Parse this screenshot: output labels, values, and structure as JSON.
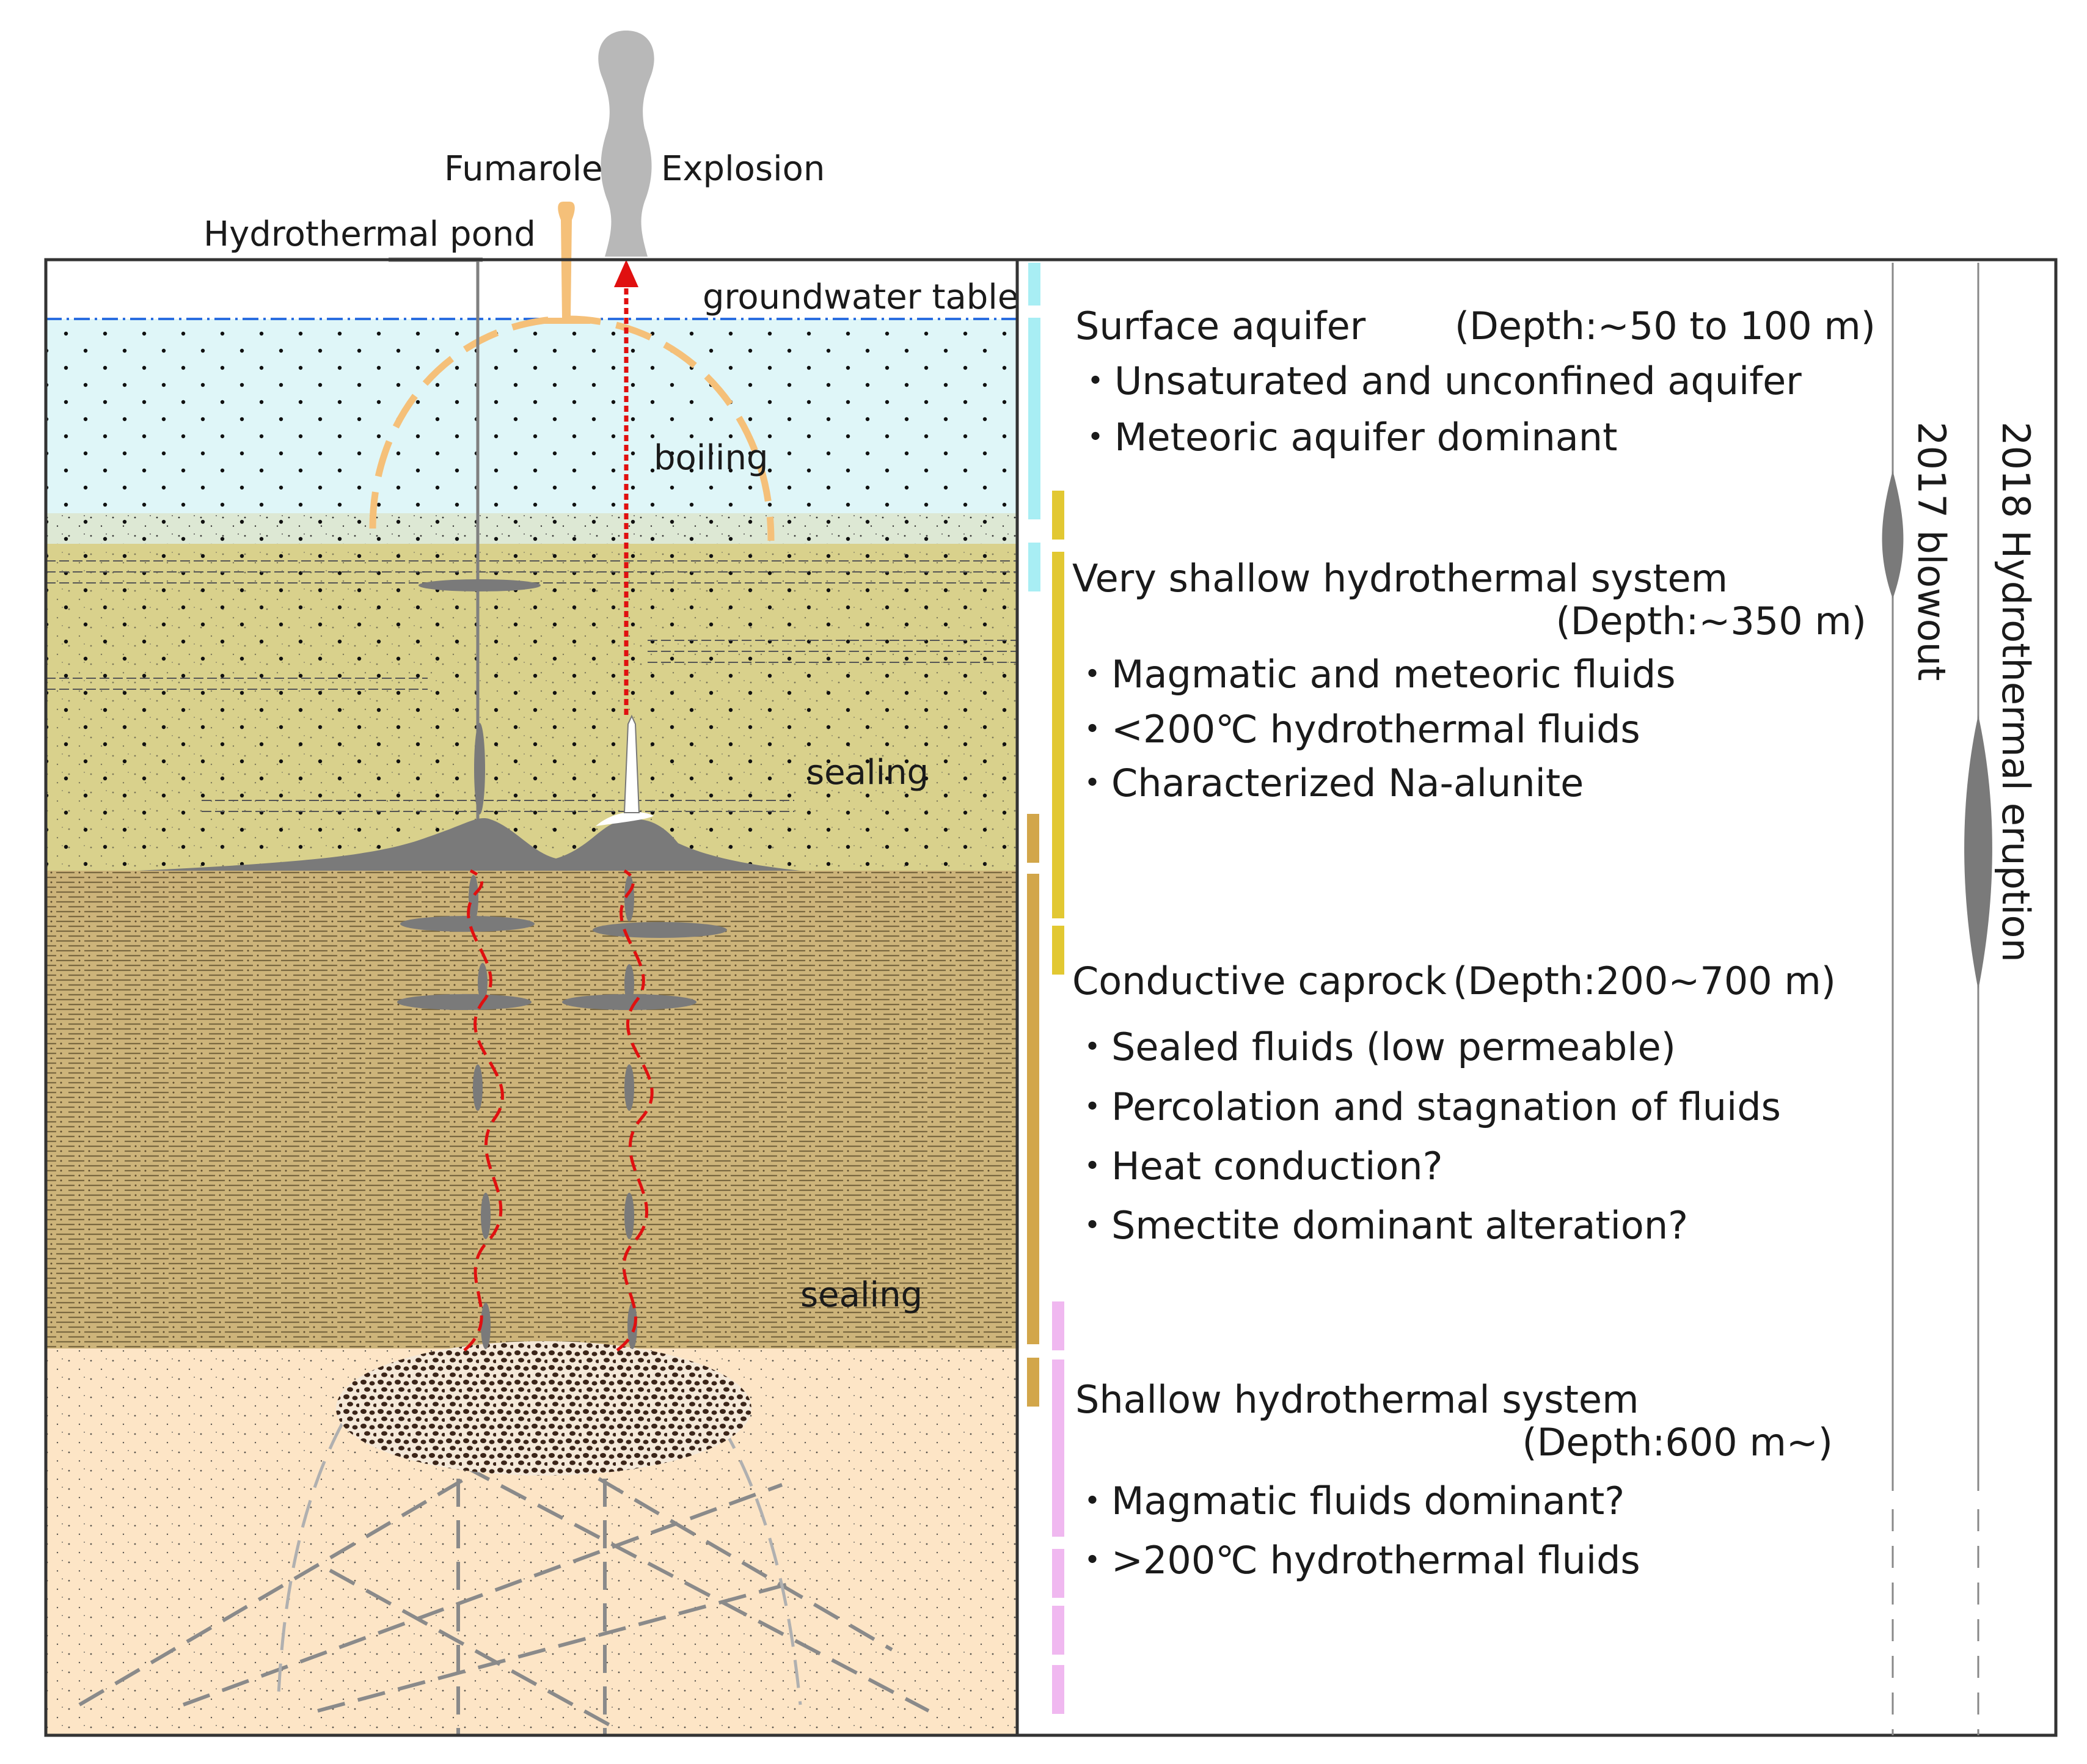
{
  "top_labels": {
    "fumarole": "Fumarole",
    "explosion": "Explosion",
    "hydrothermal_pond": "Hydrothermal pond",
    "groundwater_table": "groundwater table"
  },
  "cross_section_labels": {
    "boiling": "boiling",
    "sealing_upper": "sealing",
    "sealing_lower": "sealing"
  },
  "zones": [
    {
      "title": "Surface aquifer",
      "depth": "(Depth:~50 to 100 m)",
      "bullets": [
        "・Unsaturated and unconfined aquifer",
        "・Meteoric aquifer dominant"
      ]
    },
    {
      "title": "Very shallow hydrothermal system",
      "depth": "(Depth:~350 m)",
      "bullets": [
        "・Magmatic and meteoric fluids",
        "・<200℃ hydrothermal fluids",
        "・Characterized Na-alunite"
      ]
    },
    {
      "title": "Conductive caprock",
      "depth": "(Depth:200~700 m)",
      "bullets": [
        "・Sealed fluids (low permeable)",
        "・Percolation and stagnation of fluids",
        "・Heat conduction?",
        "・Smectite dominant alteration?"
      ]
    },
    {
      "title": "Shallow hydrothermal system",
      "depth": "(Depth:600 m~)",
      "bullets": [
        "・Magmatic fluids dominant?",
        "・>200℃ hydrothermal fluids"
      ]
    }
  ],
  "events": {
    "blowout_2017": "2017 blowout",
    "eruption_2018": "2018 Hydrothermal eruption"
  },
  "colors": {
    "aquifer_fill": "#dff6f8",
    "very_shallow_fill": "#d9d18c",
    "caprock_fill": "#cdb47a",
    "deep_fill": "#fde5c6",
    "bar_cyan": "#a8eef4",
    "bar_yellow": "#e2c832",
    "bar_tan": "#d2a64a",
    "bar_pink": "#f0b8f0",
    "fluid_red": "#e01010",
    "boiling_dash": "#f5c079",
    "plume_grey": "#b8b8b8",
    "body_grey": "#7a7a7a"
  }
}
